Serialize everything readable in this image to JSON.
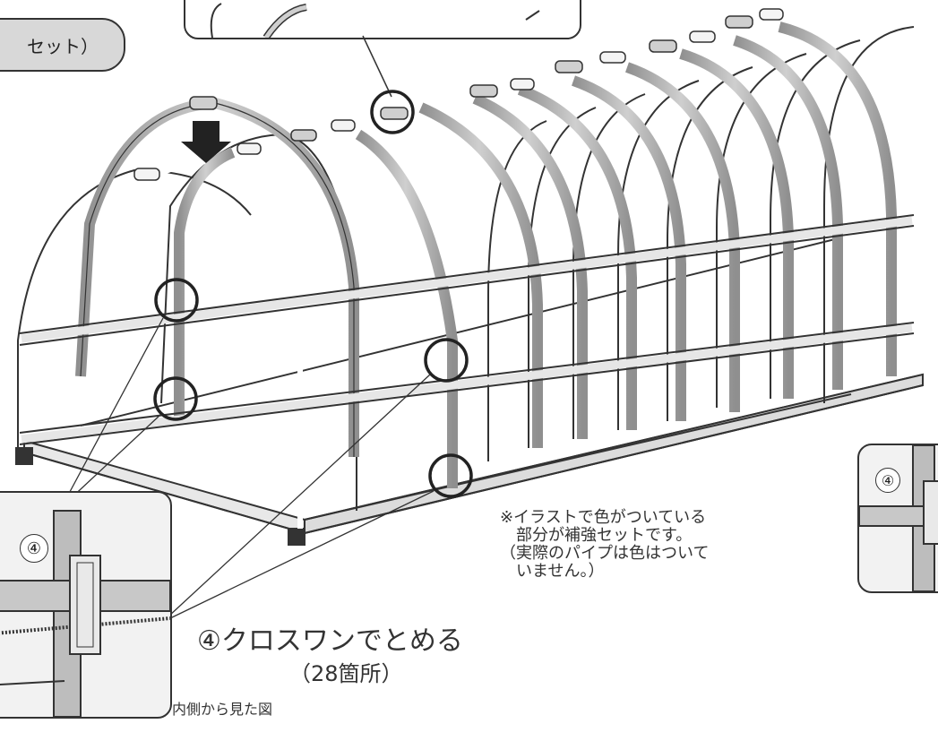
{
  "header": {
    "pill_text": "セット）"
  },
  "note": {
    "lines": [
      "※イラストで色がついている",
      "　部分が補強セットです。",
      "（実際のパイプは色はついて",
      "　いません。）"
    ]
  },
  "step": {
    "label": "④クロスワンでとめる",
    "count": "（28箇所）"
  },
  "detail_left": {
    "number": "④",
    "caption": "内側から見た図"
  },
  "detail_right": {
    "number": "④"
  },
  "colors": {
    "frame_pipe": "#ffffff",
    "reinforce_pipe": "#b9b9b9",
    "outline": "#333333",
    "marker_circle": "#222222"
  }
}
